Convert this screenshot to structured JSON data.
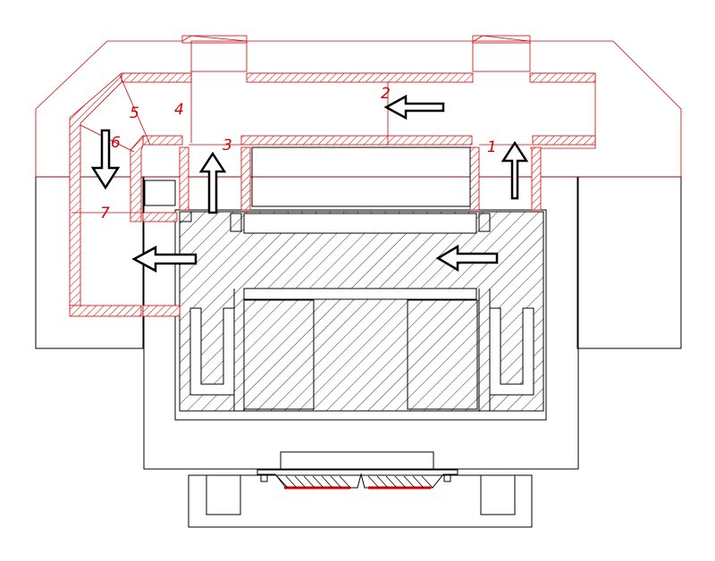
{
  "labels": {
    "l1": "1",
    "l2": "2",
    "l3": "3",
    "l4": "4",
    "l5": "5",
    "l6": "6",
    "l7": "7"
  },
  "colors": {
    "duct": "#d40000",
    "structure": "#000000"
  },
  "icons": {
    "flow_arrows": [
      "up-arrow",
      "up-arrow",
      "left-arrow",
      "down-arrow",
      "left-arrow",
      "left-arrow"
    ]
  }
}
